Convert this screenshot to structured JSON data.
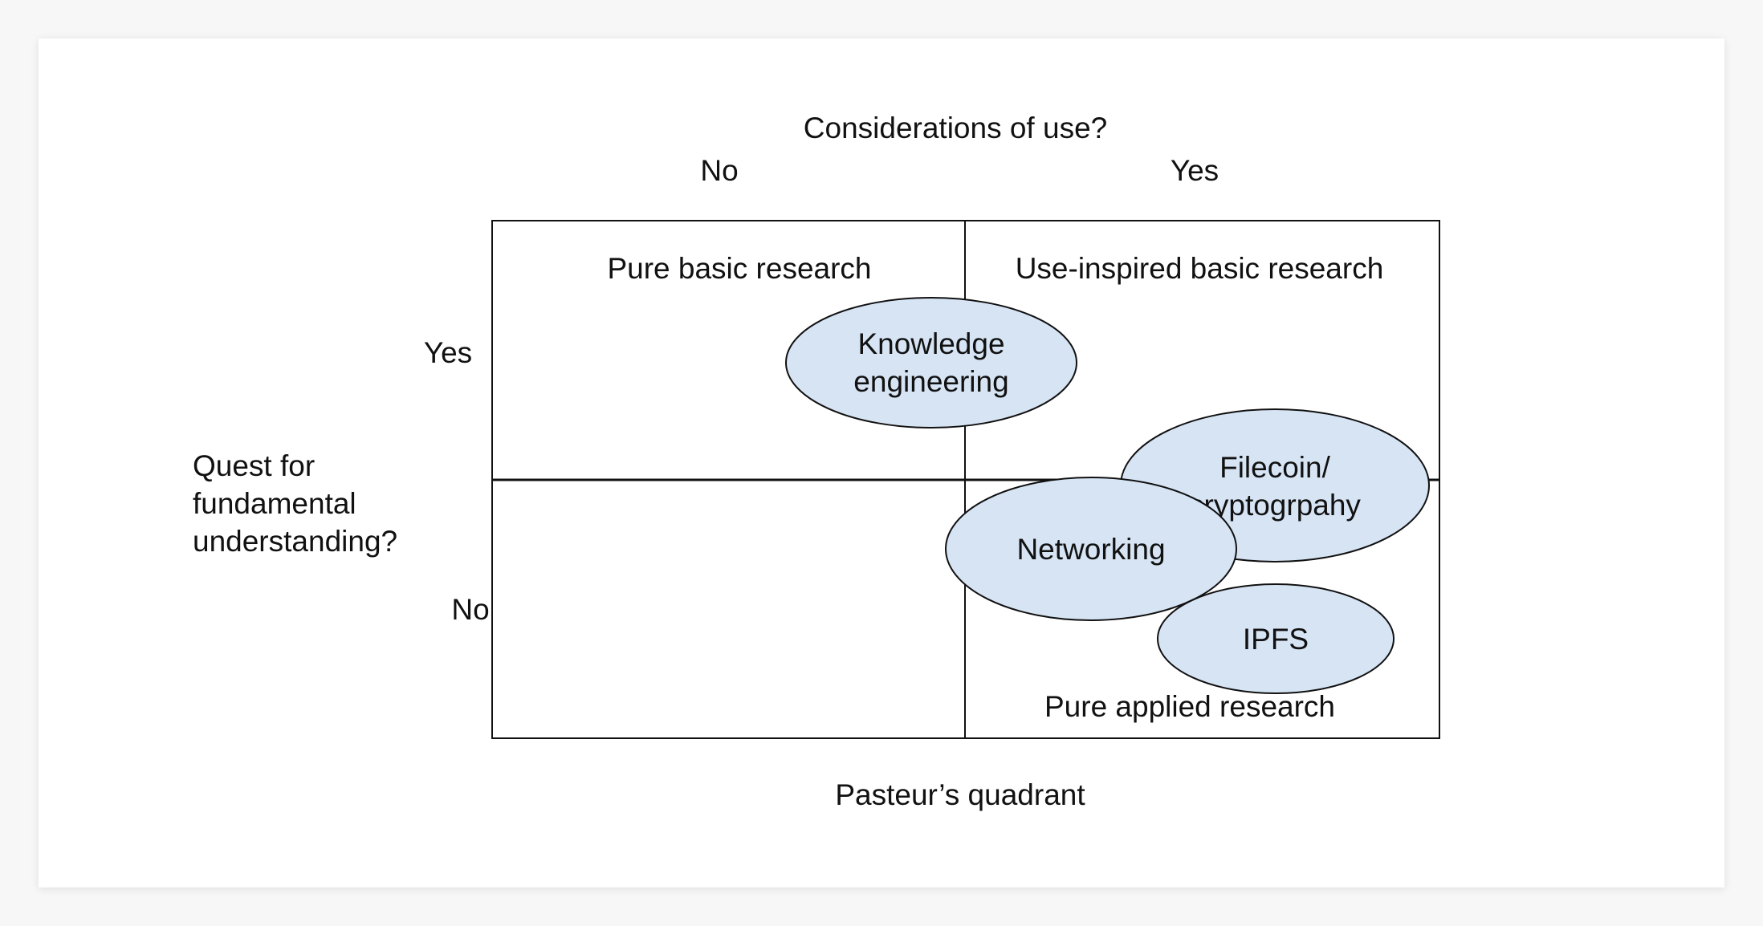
{
  "diagram": {
    "top_axis": {
      "title": "Considerations of use?",
      "no": "No",
      "yes": "Yes"
    },
    "left_axis": {
      "title_lines": [
        "Quest for",
        "fundamental",
        "understanding?"
      ],
      "yes": "Yes",
      "no": "No"
    },
    "quadrants": {
      "top_left": "Pure basic research",
      "top_right": "Use-inspired basic research",
      "bottom_right": "Pure applied research"
    },
    "bubbles": {
      "knowledge": [
        "Knowledge",
        "engineering"
      ],
      "filecoin": [
        "Filecoin/",
        "cryptogrpahy"
      ],
      "networking": "Networking",
      "ipfs": "IPFS"
    },
    "caption": "Pasteur’s quadrant",
    "colors": {
      "bubble_fill": "#d6e4f4",
      "stroke": "#111111",
      "text": "#111111"
    }
  }
}
